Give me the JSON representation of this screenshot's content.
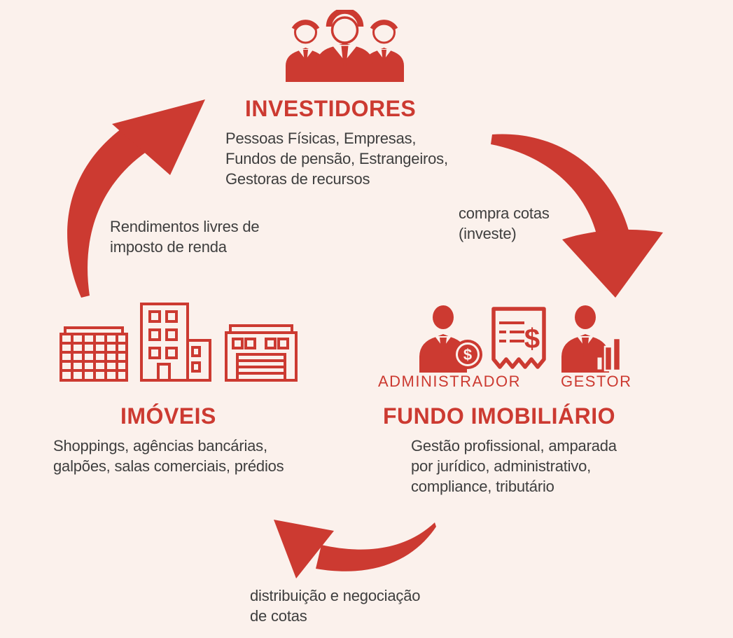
{
  "colors": {
    "background": "#fbf1ec",
    "accent_red": "#cc3a31",
    "body_text": "#3e3e3e"
  },
  "investors": {
    "title": "INVESTIDORES",
    "description": "Pessoas Físicas, Empresas,\nFundos de pensão, Estrangeiros,\nGestoras de recursos",
    "icon": "investors-group-icon"
  },
  "fund": {
    "title": "FUNDO IMOBILIÁRIO",
    "description": "Gestão profissional, amparada\npor jurídico, administrativo,\ncompliance, tributário",
    "roles": [
      {
        "label": "ADMINISTRADOR",
        "icon": "administrator-person-coin-icon"
      },
      {
        "label": "GESTOR",
        "icon": "manager-person-chart-icon"
      }
    ],
    "invoice_icon": "invoice-receipt-icon"
  },
  "properties": {
    "title": "IMÓVEIS",
    "description": "Shoppings, agências bancárias,\ngalpões, salas comerciais, prédios",
    "icon": "buildings-icon"
  },
  "arrows": {
    "invest": {
      "label": "compra cotas\n(investe)",
      "direction": "investors-to-fund"
    },
    "distribute": {
      "label": "distribuição e negociação\nde cotas",
      "direction": "fund-to-properties"
    },
    "income": {
      "label": "Rendimentos livres de\nimposto de renda",
      "direction": "properties-to-investors"
    }
  },
  "symbols": {
    "coin": "$",
    "invoice": "$"
  }
}
